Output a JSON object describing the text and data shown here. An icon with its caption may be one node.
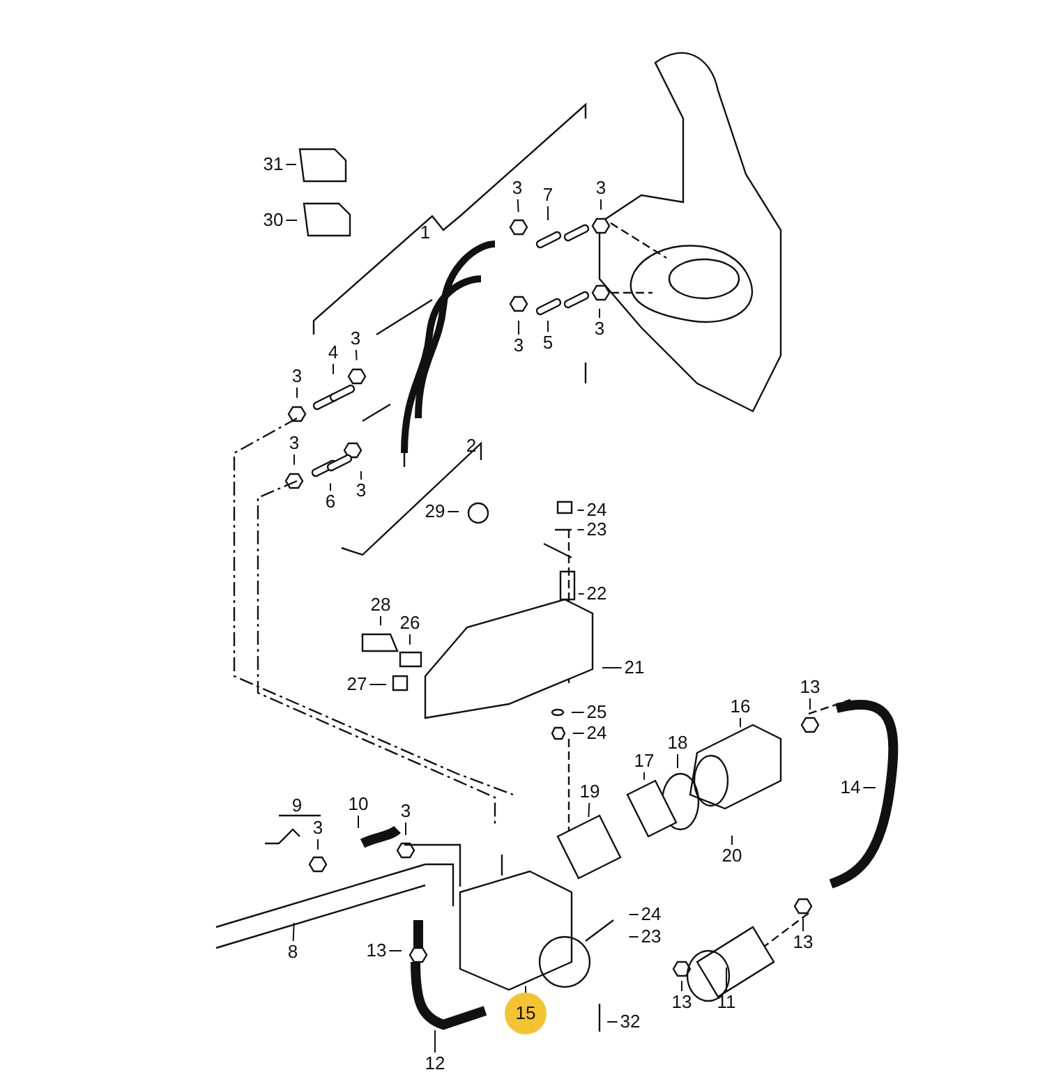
{
  "diagram": {
    "nodes": [
      {
        "text": [
          "31"
        ]
      },
      {
        "text": [
          "30"
        ]
      },
      {
        "text": [
          "3"
        ]
      },
      {
        "text": [
          "7"
        ]
      },
      {
        "text": [
          "3"
        ]
      },
      {
        "text": [
          "3"
        ]
      },
      {
        "text": [
          "5"
        ]
      },
      {
        "text": [
          "3"
        ]
      },
      {
        "text": [
          "3"
        ]
      },
      {
        "text": [
          "4"
        ]
      },
      {
        "text": [
          "3"
        ]
      },
      {
        "text": [
          "3"
        ]
      },
      {
        "text": [
          "6"
        ]
      },
      {
        "text": [
          "3"
        ]
      },
      {
        "text": [
          "29"
        ]
      },
      {
        "text": [
          "24"
        ]
      },
      {
        "text": [
          "23"
        ]
      },
      {
        "text": [
          "22"
        ]
      },
      {
        "text": [
          "28"
        ]
      },
      {
        "text": [
          "26"
        ]
      },
      {
        "text": [
          "27"
        ]
      },
      {
        "text": [
          "21"
        ]
      },
      {
        "text": [
          "25"
        ]
      },
      {
        "text": [
          "24"
        ]
      },
      {
        "text": [
          "16"
        ]
      },
      {
        "text": [
          "13"
        ]
      },
      {
        "text": [
          "18"
        ]
      },
      {
        "text": [
          "17"
        ]
      },
      {
        "text": [
          "19"
        ]
      },
      {
        "text": [
          "14"
        ]
      },
      {
        "text": [
          "20"
        ]
      },
      {
        "text": [
          "10"
        ]
      },
      {
        "text": [
          "3"
        ]
      },
      {
        "text": [
          "3"
        ]
      },
      {
        "text": [
          "24"
        ]
      },
      {
        "text": [
          "23"
        ]
      },
      {
        "text": [
          "13"
        ]
      },
      {
        "text": [
          "8"
        ]
      },
      {
        "text": [
          "15"
        ]
      },
      {
        "text": [
          "32"
        ]
      },
      {
        "text": [
          "13"
        ]
      },
      {
        "text": [
          "11"
        ]
      },
      {
        "text": [
          "13"
        ]
      },
      {
        "text": [
          "12"
        ]
      }
    ],
    "edges": [
      {
        "from": 0,
        "to": null,
        "arrow": "none"
      },
      {
        "from": 1,
        "to": null,
        "arrow": "none"
      },
      {
        "from": 2,
        "to": null,
        "arrow": "none"
      },
      {
        "from": 3,
        "to": null,
        "arrow": "none"
      },
      {
        "from": 4,
        "to": null,
        "arrow": "none"
      },
      {
        "from": 5,
        "to": null,
        "arrow": "none"
      },
      {
        "from": 6,
        "to": null,
        "arrow": "none"
      },
      {
        "from": 7,
        "to": null,
        "arrow": "none"
      },
      {
        "from": 8,
        "to": null,
        "arrow": "none"
      },
      {
        "from": 9,
        "to": null,
        "arrow": "none"
      },
      {
        "from": 10,
        "to": null,
        "arrow": "none"
      },
      {
        "from": 11,
        "to": null,
        "arrow": "none"
      },
      {
        "from": 12,
        "to": null,
        "arrow": "none"
      },
      {
        "from": 13,
        "to": null,
        "arrow": "none"
      },
      {
        "from": 14,
        "to": null,
        "arrow": "none"
      },
      {
        "from": 15,
        "to": null,
        "arrow": "none"
      },
      {
        "from": 16,
        "to": null,
        "arrow": "none"
      },
      {
        "from": 17,
        "to": null,
        "arrow": "none"
      },
      {
        "from": 18,
        "to": null,
        "arrow": "none"
      },
      {
        "from": 19,
        "to": null,
        "arrow": "none"
      },
      {
        "from": 20,
        "to": null,
        "arrow": "none"
      },
      {
        "from": 21,
        "to": null,
        "arrow": "none"
      },
      {
        "from": 22,
        "to": null,
        "arrow": "none"
      },
      {
        "from": 23,
        "to": null,
        "arrow": "none"
      },
      {
        "from": 24,
        "to": null,
        "arrow": "none"
      },
      {
        "from": 25,
        "to": null,
        "arrow": "none"
      },
      {
        "from": 26,
        "to": null,
        "arrow": "none"
      },
      {
        "from": 27,
        "to": null,
        "arrow": "none"
      },
      {
        "from": 28,
        "to": null,
        "arrow": "none"
      },
      {
        "from": 29,
        "to": null,
        "arrow": "none"
      },
      {
        "from": 30,
        "to": null,
        "arrow": "none"
      },
      {
        "from": 31,
        "to": null,
        "arrow": "none"
      },
      {
        "from": 32,
        "to": null,
        "arrow": "none"
      },
      {
        "from": 33,
        "to": null,
        "arrow": "none"
      },
      {
        "from": 34,
        "to": null,
        "arrow": "none"
      },
      {
        "from": 35,
        "to": null,
        "arrow": "none"
      },
      {
        "from": 36,
        "to": null,
        "arrow": "none"
      },
      {
        "from": 37,
        "to": null,
        "arrow": "none"
      },
      {
        "from": 38,
        "to": null,
        "arrow": "none"
      },
      {
        "from": 39,
        "to": null,
        "arrow": "none"
      },
      {
        "from": 40,
        "to": null,
        "arrow": "none"
      },
      {
        "from": 41,
        "to": null,
        "arrow": "none"
      },
      {
        "from": 42,
        "to": null,
        "arrow": "none"
      },
      {
        "from": 43,
        "to": null,
        "arrow": "none"
      }
    ],
    "labels": [
      "1",
      "2",
      "9"
    ]
  }
}
